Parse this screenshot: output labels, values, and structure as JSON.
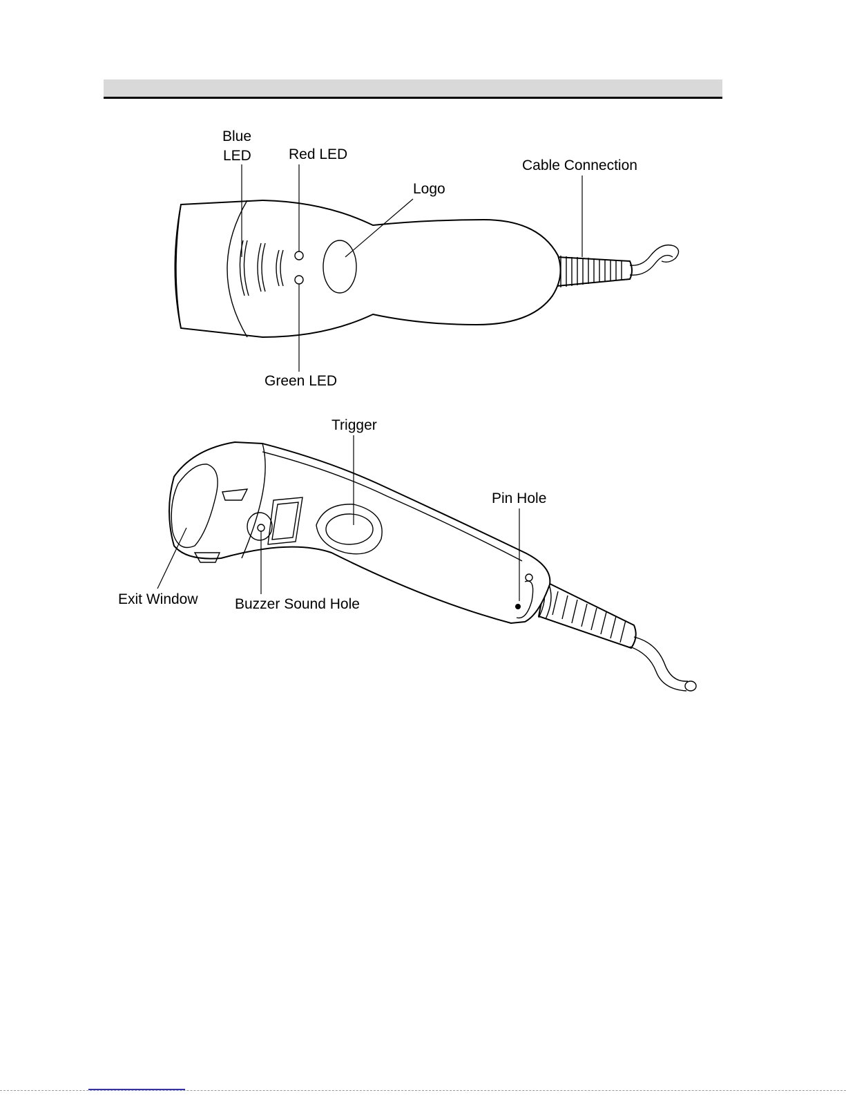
{
  "labels": {
    "blue_led_line1": "Blue",
    "blue_led_line2": "LED",
    "red_led": "Red LED",
    "logo": "Logo",
    "cable_connection": "Cable Connection",
    "green_led": "Green LED",
    "trigger": "Trigger",
    "pin_hole": "Pin Hole",
    "exit_window": "Exit Window",
    "buzzer_sound_hole": "Buzzer Sound Hole"
  },
  "colors": {
    "header_band": "#d9d9d9",
    "line": "#000000",
    "footer_link": "#3030c0"
  }
}
